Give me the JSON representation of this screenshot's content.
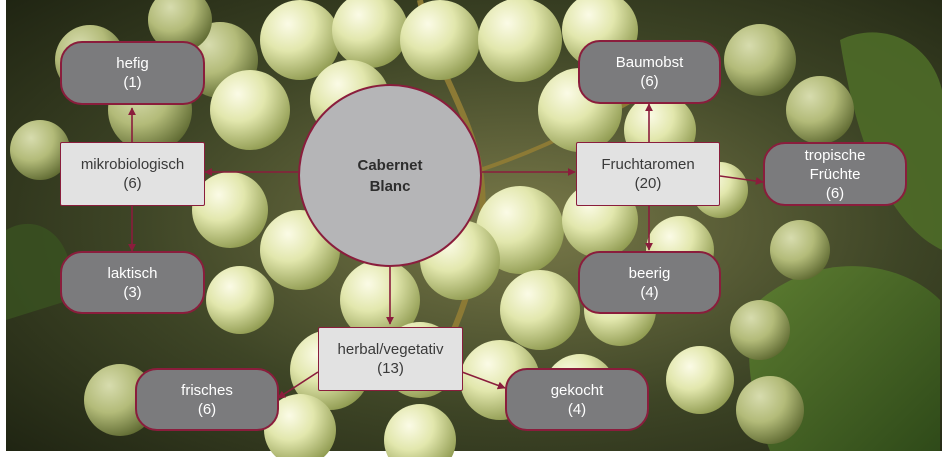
{
  "diagram": {
    "center": {
      "line1": "Cabernet",
      "line2": "Blanc"
    },
    "nodes": {
      "hefig": {
        "label": "hefig",
        "count": "(1)"
      },
      "mikrobiologisch": {
        "label": "mikrobiologisch",
        "count": "(6)"
      },
      "laktisch": {
        "label": "laktisch",
        "count": "(3)"
      },
      "baumobst": {
        "label": "Baumobst",
        "count": "(6)"
      },
      "fruchtaromen": {
        "label": "Fruchtaromen",
        "count": "(20)"
      },
      "tropische": {
        "line1": "tropische",
        "line2": "Früchte",
        "count": "(6)"
      },
      "beerig": {
        "label": "beerig",
        "count": "(4)"
      },
      "herbal": {
        "label": "herbal/vegetativ",
        "count": "(13)"
      },
      "frisches": {
        "label": "frisches",
        "count": "(6)"
      },
      "gekocht": {
        "label": "gekocht",
        "count": "(4)"
      }
    }
  },
  "colors": {
    "accent_border": "#8a1d3c",
    "dark_node_fill": "#7b7b7d",
    "light_node_fill": "#e2e2e2",
    "center_fill": "#b5b5b7"
  }
}
